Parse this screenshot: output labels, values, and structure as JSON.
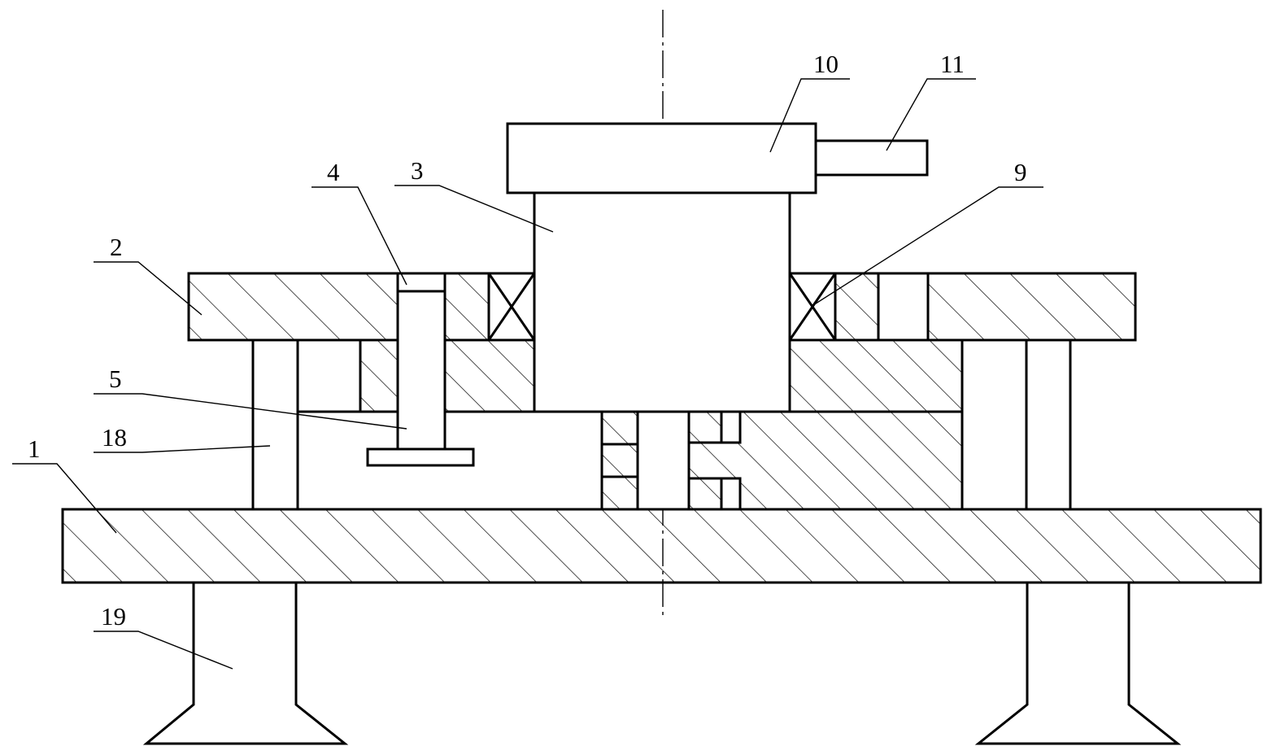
{
  "callouts": [
    {
      "id": "1",
      "label": "1"
    },
    {
      "id": "2",
      "label": "2"
    },
    {
      "id": "3",
      "label": "3"
    },
    {
      "id": "4",
      "label": "4"
    },
    {
      "id": "5",
      "label": "5"
    },
    {
      "id": "9",
      "label": "9"
    },
    {
      "id": "10",
      "label": "10"
    },
    {
      "id": "11",
      "label": "11"
    },
    {
      "id": "18",
      "label": "18"
    },
    {
      "id": "19",
      "label": "19"
    }
  ],
  "colors": {
    "line": "#000000",
    "background": "#ffffff"
  }
}
